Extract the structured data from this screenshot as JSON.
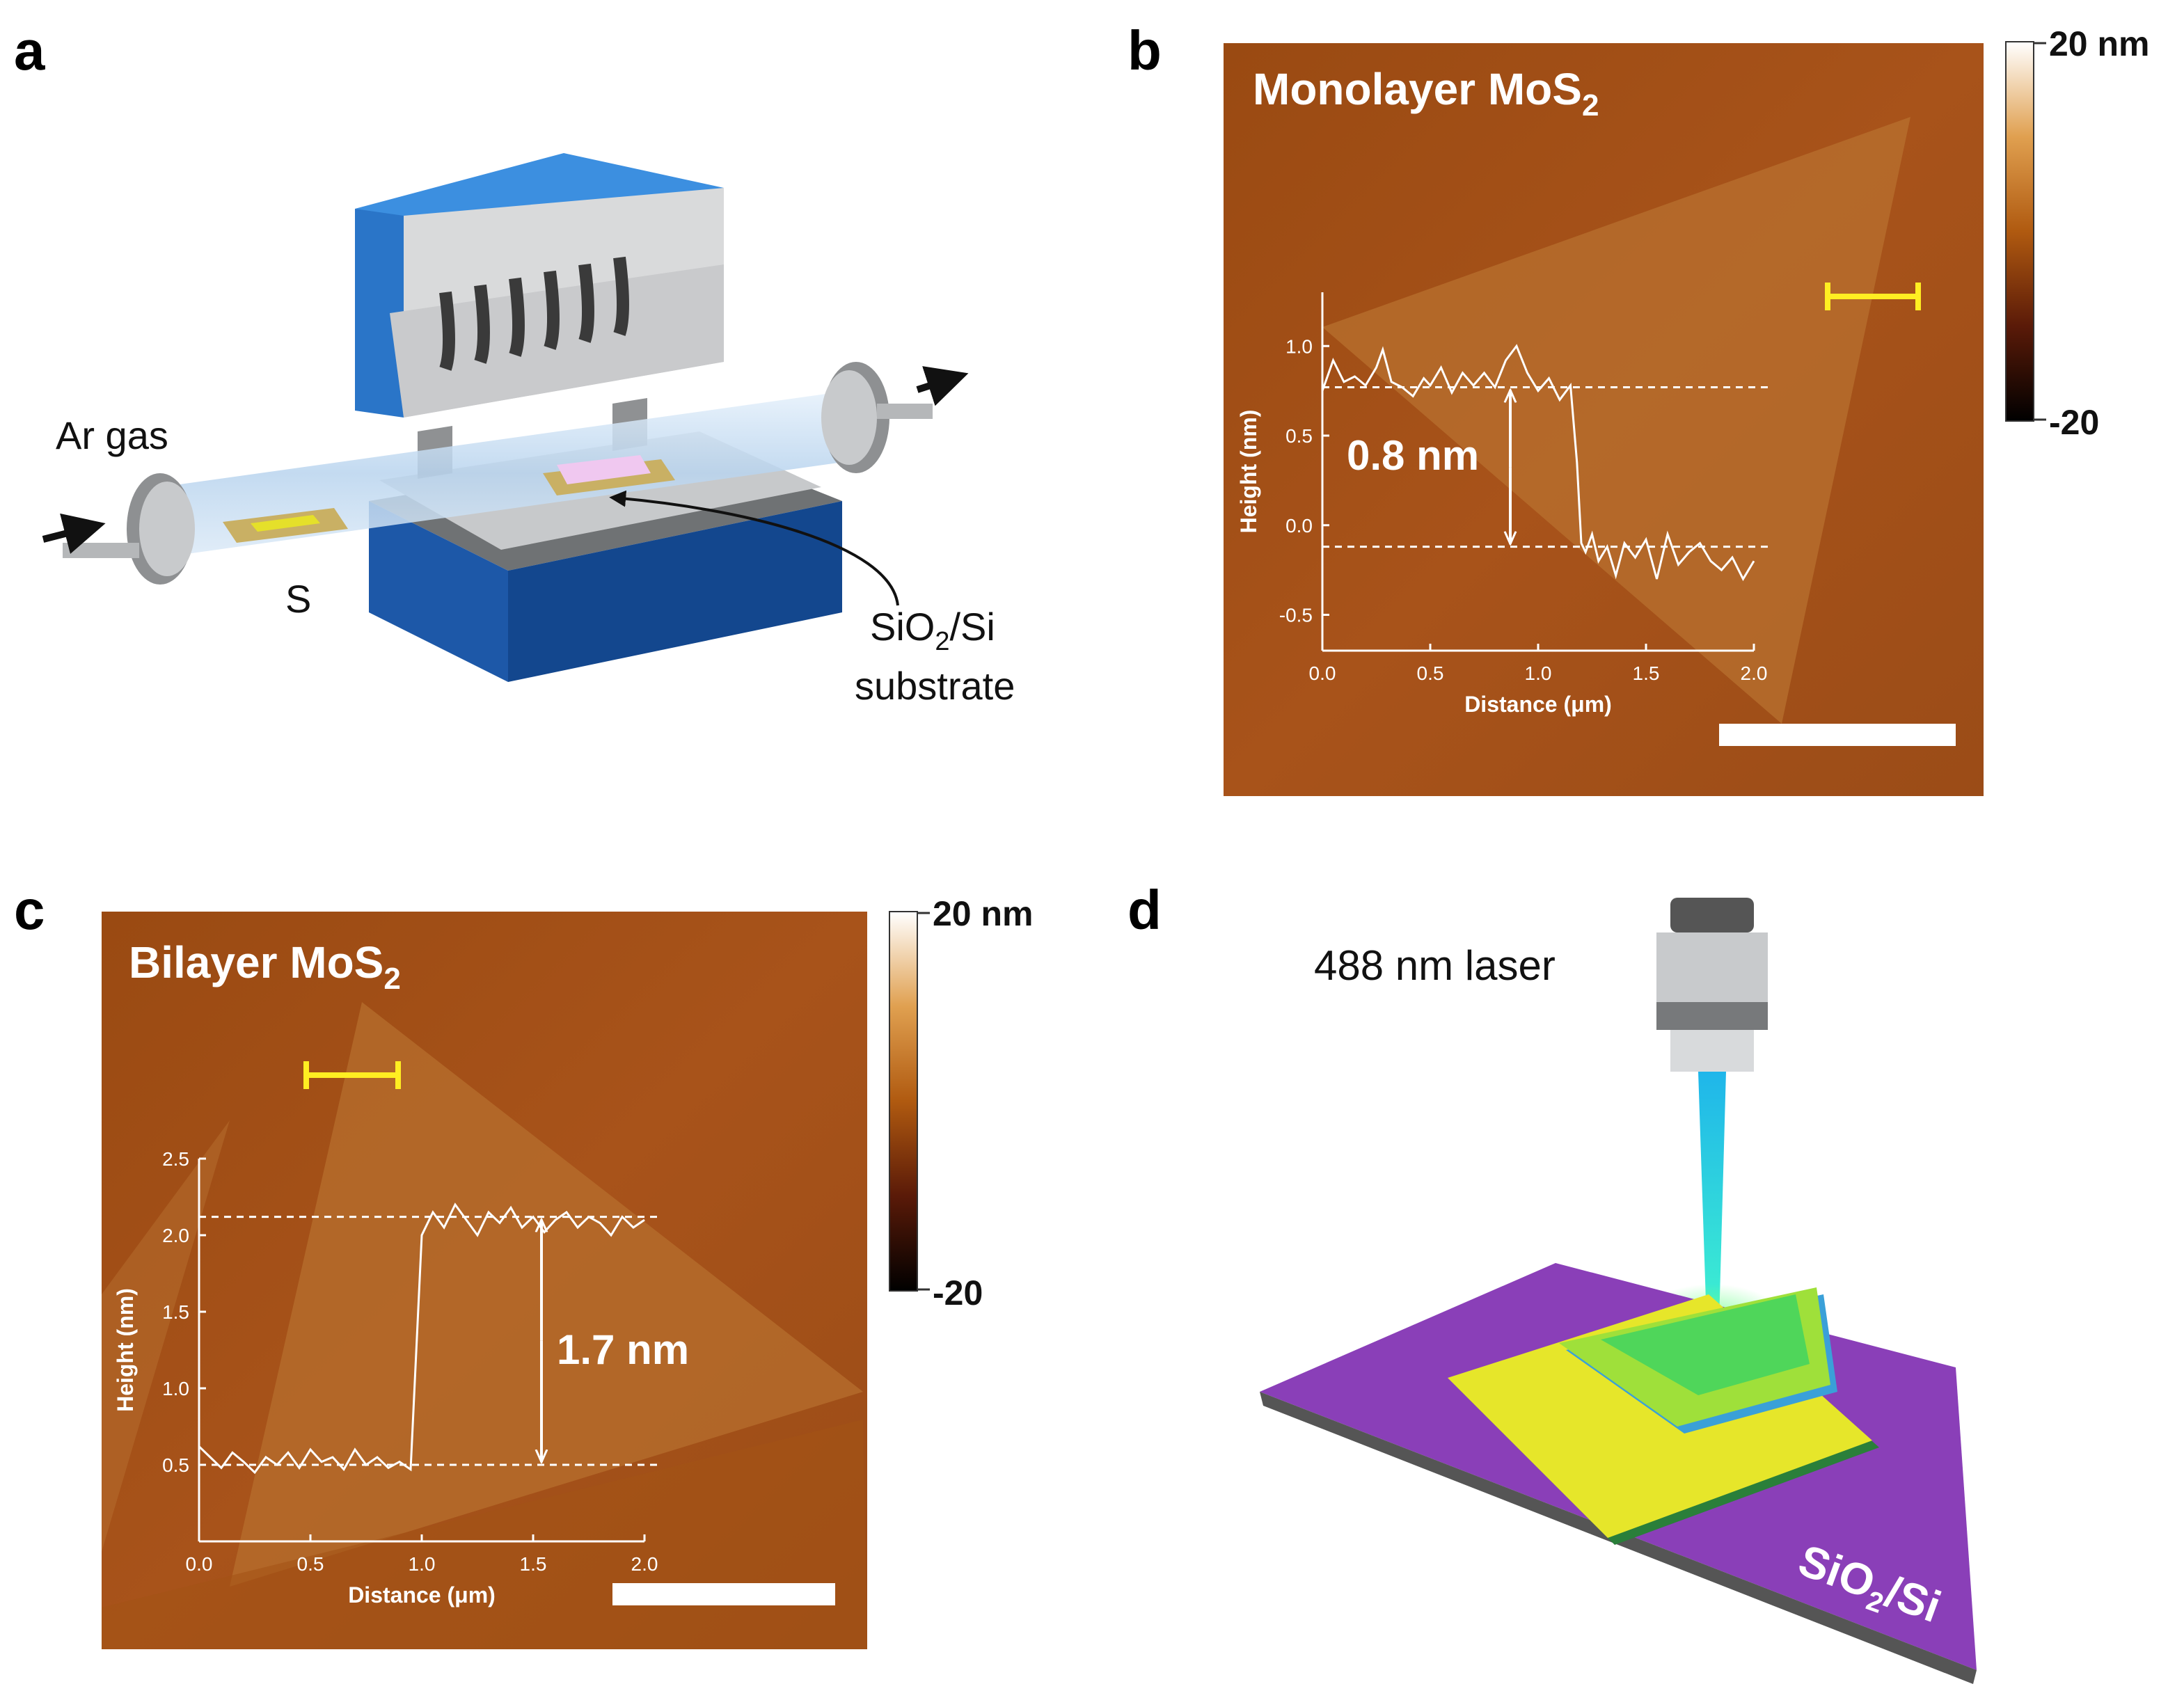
{
  "panels": {
    "a": {
      "letter": "a",
      "ar_gas_label": "Ar gas",
      "sulfur_label": "S",
      "substrate_label_line1_main": "SiO",
      "substrate_label_line1_sub": "2",
      "substrate_label_line1_tail": "/Si",
      "substrate_label_line2": "substrate"
    },
    "b": {
      "letter": "b",
      "title_main": "Monolayer MoS",
      "title_sub": "2",
      "step_label": "0.8 nm",
      "colorbar_top": "20 nm",
      "colorbar_bottom": "-20"
    },
    "c": {
      "letter": "c",
      "title_main": "Bilayer MoS",
      "title_sub": "2",
      "step_label": "1.7 nm",
      "colorbar_top": "20 nm",
      "colorbar_bottom": "-20"
    },
    "d": {
      "letter": "d",
      "laser_label": "488 nm laser",
      "substrate_main": "SiO",
      "substrate_sub": "2",
      "substrate_tail": "/Si"
    }
  },
  "chart_data": [
    {
      "panel": "b",
      "type": "line",
      "xlabel": "Distance (μm)",
      "ylabel": "Height (nm)",
      "xlim": [
        0.0,
        2.0
      ],
      "ylim": [
        -0.7,
        1.3
      ],
      "xticks": [
        0.0,
        0.5,
        1.0,
        1.5,
        2.0
      ],
      "xtick_labels": [
        "0.0",
        "0.5",
        "1.0",
        "1.5",
        "2.0"
      ],
      "yticks": [
        -0.5,
        0.0,
        0.5,
        1.0
      ],
      "ytick_labels": [
        "-0.5",
        "0.0",
        "0.5",
        "1.0"
      ],
      "reference_lines": [
        0.77,
        -0.12
      ],
      "step_annotation": "0.8 nm",
      "x": [
        0.0,
        0.05,
        0.1,
        0.15,
        0.2,
        0.25,
        0.28,
        0.32,
        0.37,
        0.42,
        0.47,
        0.5,
        0.55,
        0.6,
        0.65,
        0.7,
        0.75,
        0.8,
        0.85,
        0.9,
        0.95,
        1.0,
        1.05,
        1.1,
        1.15,
        1.18,
        1.2,
        1.22,
        1.25,
        1.28,
        1.32,
        1.36,
        1.4,
        1.45,
        1.5,
        1.55,
        1.6,
        1.65,
        1.7,
        1.75,
        1.8,
        1.85,
        1.9,
        1.95,
        2.0
      ],
      "y": [
        0.75,
        0.92,
        0.8,
        0.83,
        0.78,
        0.88,
        0.98,
        0.8,
        0.77,
        0.72,
        0.82,
        0.78,
        0.88,
        0.74,
        0.85,
        0.78,
        0.85,
        0.77,
        0.92,
        1.0,
        0.85,
        0.75,
        0.82,
        0.7,
        0.78,
        0.35,
        -0.1,
        -0.15,
        -0.05,
        -0.2,
        -0.12,
        -0.28,
        -0.1,
        -0.18,
        -0.08,
        -0.3,
        -0.05,
        -0.22,
        -0.15,
        -0.1,
        -0.2,
        -0.25,
        -0.18,
        -0.3,
        -0.2
      ]
    },
    {
      "panel": "c",
      "type": "line",
      "xlabel": "Distance (μm)",
      "ylabel": "Height (nm)",
      "xlim": [
        0.0,
        2.0
      ],
      "ylim": [
        0.0,
        2.5
      ],
      "xticks": [
        0.0,
        0.5,
        1.0,
        1.5,
        2.0
      ],
      "xtick_labels": [
        "0.0",
        "0.5",
        "1.0",
        "1.5",
        "2.0"
      ],
      "yticks": [
        0.5,
        1.0,
        1.5,
        2.0,
        2.5
      ],
      "ytick_labels": [
        "0.5",
        "1.0",
        "1.5",
        "2.0",
        "2.5"
      ],
      "reference_lines": [
        2.12,
        0.5
      ],
      "step_annotation": "1.7 nm",
      "x": [
        0.0,
        0.05,
        0.1,
        0.15,
        0.2,
        0.25,
        0.3,
        0.35,
        0.4,
        0.45,
        0.5,
        0.55,
        0.6,
        0.65,
        0.7,
        0.75,
        0.8,
        0.85,
        0.9,
        0.95,
        1.0,
        1.05,
        1.1,
        1.15,
        1.2,
        1.25,
        1.3,
        1.35,
        1.4,
        1.45,
        1.5,
        1.55,
        1.6,
        1.65,
        1.7,
        1.75,
        1.8,
        1.85,
        1.9,
        1.95,
        2.0
      ],
      "y": [
        0.62,
        0.55,
        0.48,
        0.58,
        0.52,
        0.45,
        0.55,
        0.5,
        0.58,
        0.48,
        0.6,
        0.52,
        0.55,
        0.47,
        0.6,
        0.5,
        0.55,
        0.48,
        0.52,
        0.47,
        2.0,
        2.15,
        2.05,
        2.2,
        2.1,
        2.0,
        2.15,
        2.08,
        2.18,
        2.05,
        2.12,
        2.02,
        2.1,
        2.15,
        2.05,
        2.12,
        2.08,
        2.0,
        2.12,
        2.05,
        2.1
      ]
    }
  ]
}
